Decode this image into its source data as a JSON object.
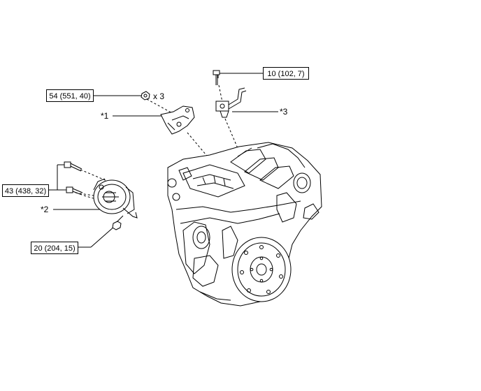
{
  "torque_labels": {
    "t1": "10 (102, 7)",
    "t2": "54 (551, 40)",
    "t3": "43 (438, 32)",
    "t4": "20 (204, 15)"
  },
  "callouts": {
    "c1": "*1",
    "c2": "*2",
    "c3": "*3"
  },
  "quantity_note": "x 3"
}
